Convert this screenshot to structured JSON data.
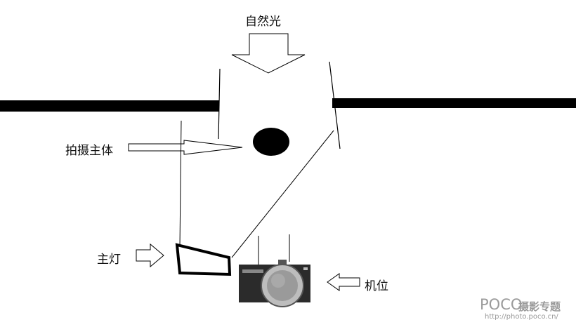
{
  "labels": {
    "natural_light": "自然光",
    "subject": "拍摄主体",
    "main_light": "主灯",
    "camera_position": "机位"
  },
  "watermark": {
    "logo": "POCO",
    "title": "摄影专题",
    "url": "http://photo.poco.cn/"
  },
  "colors": {
    "line": "#000000",
    "camera_body": "#2b2b2b",
    "camera_lens": "#9a9a9a",
    "watermark": "#9a9a9a"
  },
  "icons": [
    "arrow-down-icon",
    "arrow-right-icon",
    "arrow-left-icon",
    "camera-icon",
    "light-icon"
  ]
}
